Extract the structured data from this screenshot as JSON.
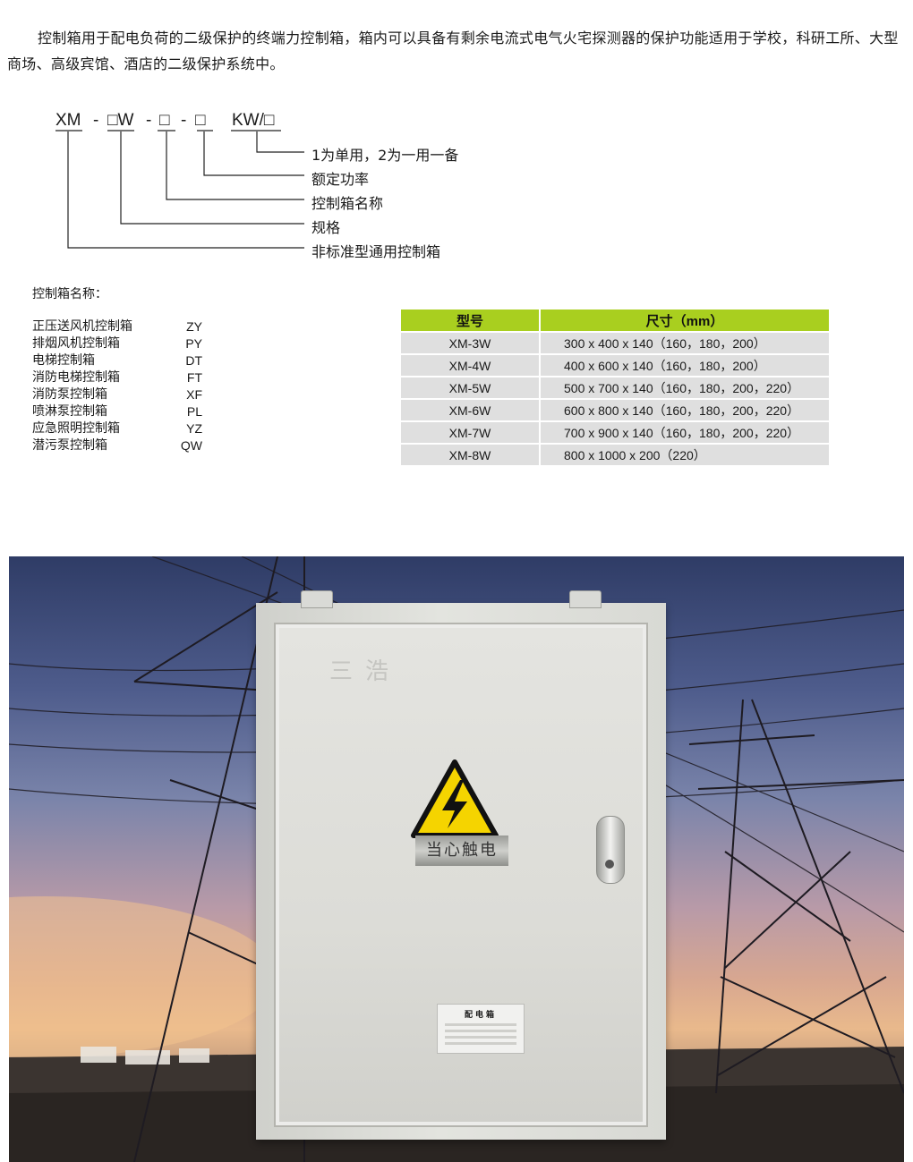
{
  "intro": "控制箱用于配电负荷的二级保护的终端力控制箱，箱内可以具备有剩余电流式电气火宅探测器的保护功能适用于学校，科研工所、大型商场、高级宾馆、酒店的二级保护系统中。",
  "model_code": {
    "parts": [
      "XM",
      "-",
      "□W",
      "-",
      "□",
      "-",
      "□",
      "KW/□"
    ],
    "legend": [
      "1为单用，2为一用一备",
      "额定功率",
      "控制箱名称",
      "规格",
      "非标准型通用控制箱"
    ]
  },
  "names": {
    "title": "控制箱名称：",
    "items": [
      {
        "name": "正压送风机控制箱",
        "code": "ZY"
      },
      {
        "name": "排烟风机控制箱",
        "code": "PY"
      },
      {
        "name": "电梯控制箱",
        "code": "DT"
      },
      {
        "name": "消防电梯控制箱",
        "code": "FT"
      },
      {
        "name": "消防泵控制箱",
        "code": "XF"
      },
      {
        "name": "喷淋泵控制箱",
        "code": "PL"
      },
      {
        "name": "应急照明控制箱",
        "code": "YZ"
      },
      {
        "name": "潜污泵控制箱",
        "code": "QW"
      }
    ]
  },
  "size_table": {
    "header_color": "#a9cf1f",
    "headers": [
      "型号",
      "尺寸（mm）"
    ],
    "rows": [
      {
        "model": "XM-3W",
        "size": "300 x 400 x 140（160，180，200）"
      },
      {
        "model": "XM-4W",
        "size": "400 x 600 x 140（160，180，200）"
      },
      {
        "model": "XM-5W",
        "size": "500 x 700 x 140（160，180，200，220）"
      },
      {
        "model": "XM-6W",
        "size": "600 x 800 x 140（160，180，200，220）"
      },
      {
        "model": "XM-7W",
        "size": "700 x 900 x 140（160，180，200，220）"
      },
      {
        "model": "XM-8W",
        "size": "800 x 1000 x 200（220）"
      }
    ]
  },
  "photo": {
    "brand": "三浩",
    "warning_label": "当心触电",
    "nameplate_title": "配电箱",
    "icons": [
      "high-voltage-warning-icon",
      "door-lock-icon"
    ]
  }
}
